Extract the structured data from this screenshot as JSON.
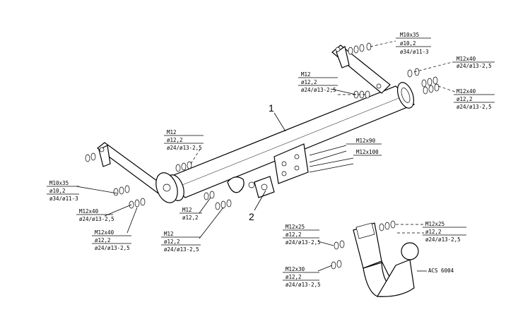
{
  "callouts": {
    "top_right_m10": [
      "M10x35",
      "ø10,2",
      "ø34/ø11-3"
    ],
    "top_right_m12a": [
      "M12x40",
      "ø24/ø13-2,5"
    ],
    "top_right_m12b": [
      "M12x40",
      "ø12,2",
      "ø24/ø13-2,5"
    ],
    "mid_m12": [
      "M12",
      "ø12,2",
      "ø24/ø13-2,5"
    ],
    "left_m12": [
      "M12",
      "ø12,2",
      "ø24/ø13-2,5"
    ],
    "left_m10": [
      "M10x35",
      "ø10,2",
      "ø34/ø11-3"
    ],
    "left_m12x40a": [
      "M12x40",
      "ø24/ø13-2,5"
    ],
    "left_m12x40b": [
      "M12x40",
      "ø12,2",
      "ø24/ø13-2,5"
    ],
    "center_m12a": [
      "M12",
      "ø12,2"
    ],
    "center_m12b": [
      "M12",
      "ø12,2",
      "ø24/ø13-2,5"
    ],
    "bolt_m12x90": [
      "M12x90"
    ],
    "bolt_m12x100": [
      "M12x100"
    ],
    "ball_m12x25_left": [
      "M12x25",
      "ø12,2",
      "ø24/ø13-2,5"
    ],
    "ball_m12x25_right": [
      "M12x25",
      "ø12,2",
      "ø24/ø13-2,5"
    ],
    "ball_m12x30": [
      "M12x30",
      "ø12,2",
      "ø24/ø13-2,5"
    ],
    "acs": [
      "ACS 6004"
    ]
  },
  "part_numbers": {
    "crossbar": "1",
    "socket_plate": "2"
  }
}
